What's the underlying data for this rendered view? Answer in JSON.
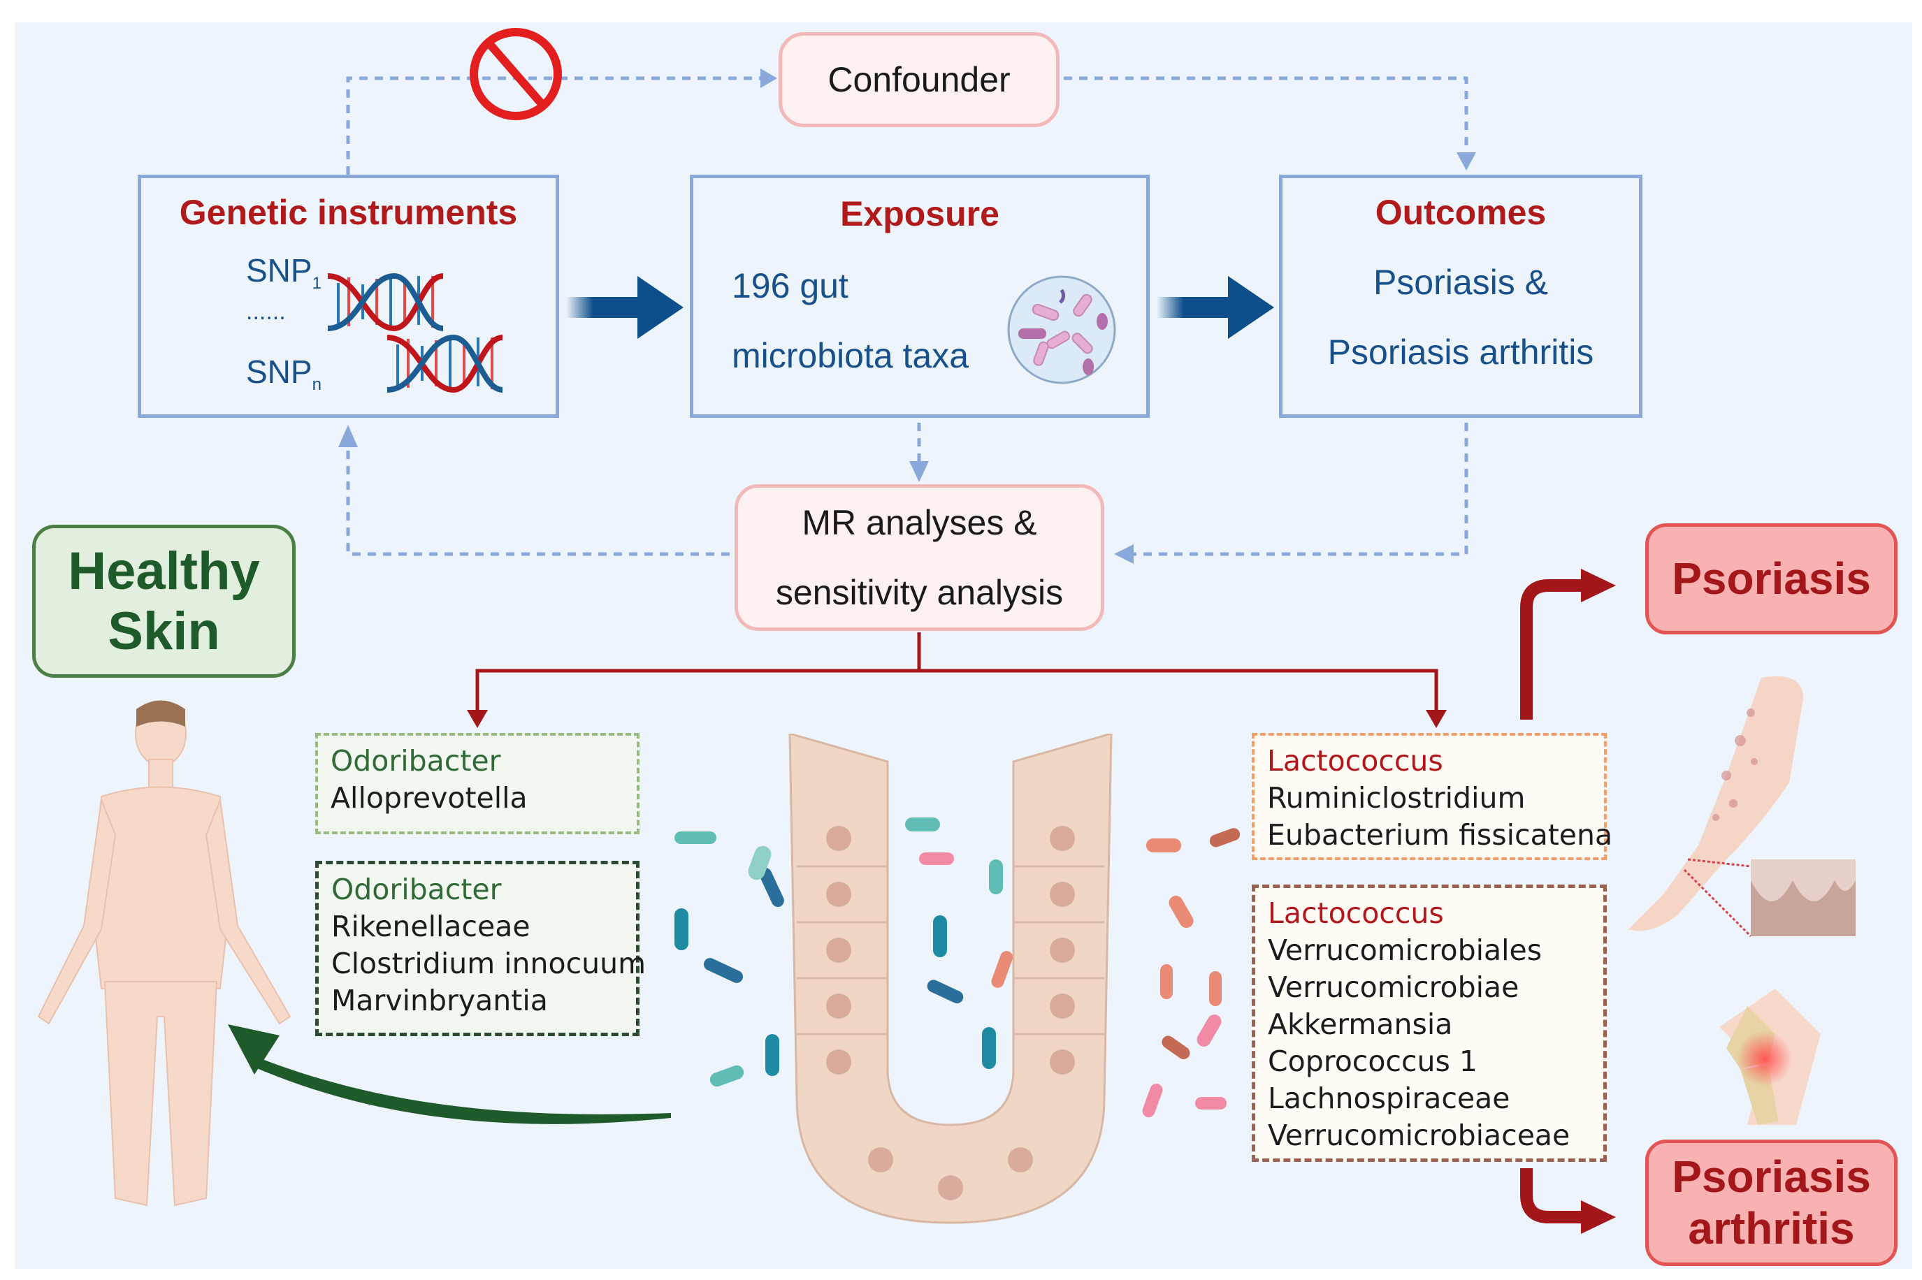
{
  "confounder": {
    "label": "Confounder"
  },
  "genetic_instruments": {
    "title": "Genetic instruments",
    "snp_first": "SNP",
    "snp_first_sub": "1",
    "ellipsis": "......",
    "snp_last": "SNP",
    "snp_last_sub": "n",
    "icon": "dna-helix-icon"
  },
  "exposure": {
    "title": "Exposure",
    "line1": "196 gut",
    "line2": "microbiota taxa",
    "icon": "microbiota-petri-icon"
  },
  "outcomes": {
    "title": "Outcomes",
    "line1": "Psoriasis &",
    "line2": "Psoriasis arthritis"
  },
  "mr_analysis": {
    "line1": "MR analyses &",
    "line2": "sensitivity analysis"
  },
  "healthy_skin": {
    "line1": "Healthy",
    "line2": "Skin"
  },
  "psoriasis": {
    "label": "Psoriasis"
  },
  "psoriasis_arthritis": {
    "line1": "Psoriasis",
    "line2": "arthritis"
  },
  "protective_psoriasis": {
    "head": "Odoribacter",
    "items": [
      "Alloprevotella"
    ]
  },
  "protective_psa": {
    "head": "Odoribacter",
    "items": [
      "Rikenellaceae",
      "Clostridium innocuum",
      "Marvinbryantia"
    ]
  },
  "risk_psoriasis": {
    "head": "Lactococcus",
    "items": [
      "Ruminiclostridium",
      "Eubacterium fissicatena"
    ]
  },
  "risk_psa": {
    "head": "Lactococcus",
    "items": [
      "Verrucomicrobiales",
      "Verrucomicrobiae",
      "Akkermansia",
      "Coprococcus 1",
      "Lachnospiraceae",
      "Verrucomicrobiaceae"
    ]
  },
  "colors": {
    "panel_bg": "#edf4fb",
    "box_border": "#8aa9da",
    "title_red": "#b01a1a",
    "text_blue": "#17508a",
    "arrow_navy": "#0d4f8a",
    "dashed_blue": "#8aa9da",
    "red_line": "#a3161a",
    "green_arrow": "#1f5a2a",
    "prohibited_red": "#e31e1e"
  }
}
